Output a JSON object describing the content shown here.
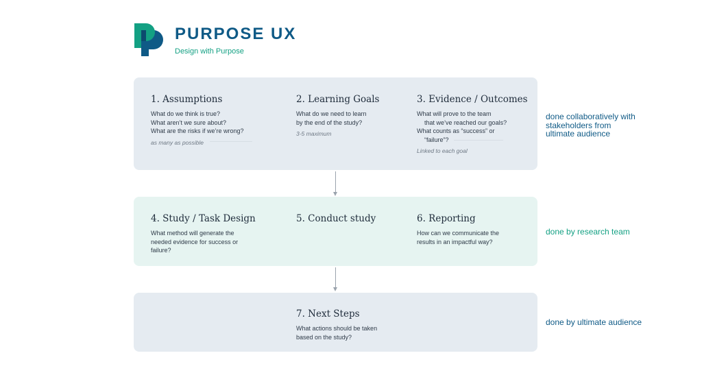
{
  "brand": {
    "title": "PURPOSE UX",
    "tagline": "Design with Purpose",
    "colors": {
      "navy": "#0f5a86",
      "teal": "#13a083"
    },
    "logo_icon": "purpose-ux-p-logo"
  },
  "steps": [
    {
      "title": "1. Assumptions",
      "questions": [
        "What do we think is true?",
        "What aren’t we sure about?",
        "What are the risks if we’re wrong?"
      ],
      "note": "as many as possible"
    },
    {
      "title": "2. Learning Goals",
      "questions": [
        "What do we need to learn",
        "by the end of the study?"
      ],
      "note": "3-5 maximum"
    },
    {
      "title": "3. Evidence / Outcomes",
      "questions": [
        "What will prove to the team",
        "that we’ve reached our goals?",
        "What counts as “success” or",
        "“failure”?"
      ],
      "note": "Linked to each goal"
    },
    {
      "title": "4. Study / Task Design",
      "questions": [
        "What method will generate the",
        "needed evidence for success or",
        "failure?"
      ]
    },
    {
      "title": "5. Conduct study",
      "questions": []
    },
    {
      "title": "6. Reporting",
      "questions": [
        "How can we communicate the",
        "results in an impactful way?"
      ]
    },
    {
      "title": "7. Next Steps",
      "questions": [
        "What actions should be taken",
        "based on the study?"
      ]
    }
  ],
  "side_labels": {
    "collaborative": [
      "done collaboratively with",
      "stakeholders from",
      "ultimate audience"
    ],
    "research_team": "done by research team",
    "ultimate_audience": "done by ultimate audience"
  }
}
